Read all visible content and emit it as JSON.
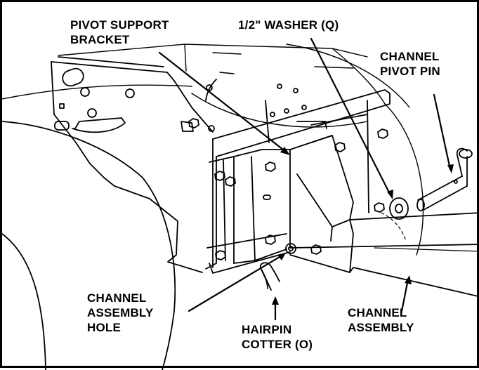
{
  "callouts": {
    "pivot_support_bracket": {
      "line1": "PIVOT SUPPORT",
      "line2": "BRACKET"
    },
    "washer": {
      "line1": "1/2\" WASHER (Q)"
    },
    "channel_pivot_pin": {
      "line1": "CHANNEL",
      "line2": "PIVOT PIN"
    },
    "channel_assembly_hole": {
      "line1": "CHANNEL",
      "line2": "ASSEMBLY",
      "line3": "HOLE"
    },
    "hairpin_cotter": {
      "line1": "HAIRPIN",
      "line2": "COTTER (O)"
    },
    "channel_assembly": {
      "line1": "CHANNEL",
      "line2": "ASSEMBLY"
    }
  },
  "colors": {
    "ink": "#000000",
    "paper": "#ffffff"
  }
}
